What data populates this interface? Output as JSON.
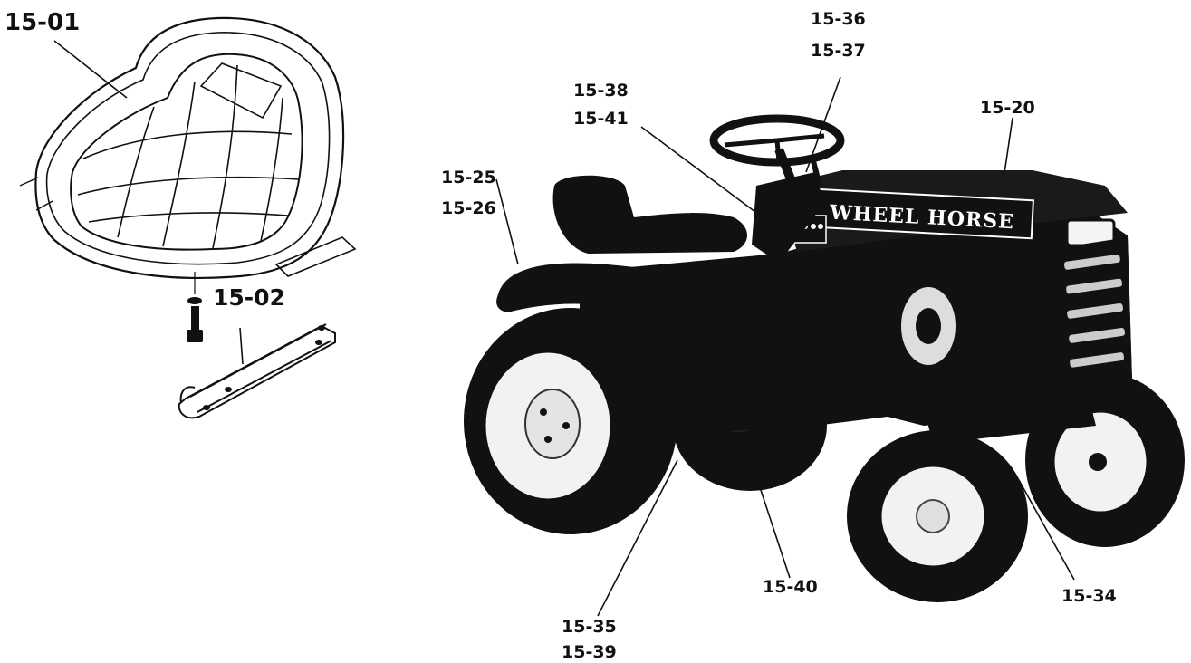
{
  "callouts": {
    "c1501": "15-01",
    "c1502": "15-02",
    "c1536": "15-36",
    "c1537": "15-37",
    "c1538": "15-38",
    "c1541": "15-41",
    "c1520": "15-20",
    "c1525": "15-25",
    "c1526": "15-26",
    "c1540": "15-40",
    "c1534": "15-34",
    "c1535": "15-35",
    "c1539": "15-39"
  },
  "tractor": {
    "hood_text": "WHEEL HORSE"
  },
  "colors": {
    "ink": "#111111",
    "paper": "#ffffff",
    "wheel_face": "#f2f2f2"
  }
}
